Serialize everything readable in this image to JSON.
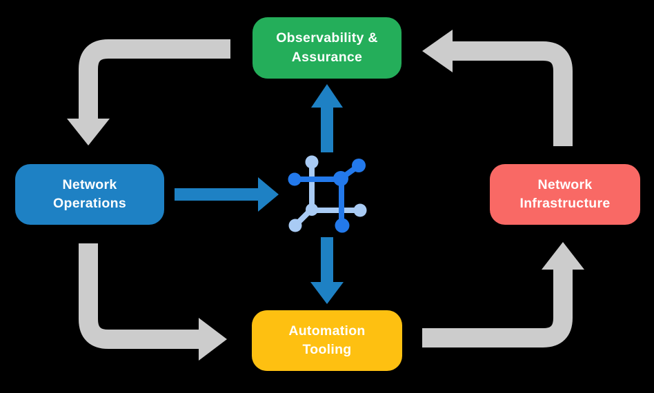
{
  "colors": {
    "background": "#000000",
    "green": "#24AE5A",
    "blue": "#1E81C4",
    "red": "#F96965",
    "yellow": "#FEC011",
    "arrow_gray": "#CCCCCC",
    "icon_blue": "#2379EB",
    "icon_light_blue": "#A9CBF4",
    "label_text": "#FFFFFF"
  },
  "nodes": [
    {
      "id": "observability-assurance",
      "label": "Observability &\nAssurance",
      "color": "#24AE5A"
    },
    {
      "id": "network-operations",
      "label": "Network\nOperations",
      "color": "#1E81C4"
    },
    {
      "id": "network-infrastructure",
      "label": "Network\nInfrastructure",
      "color": "#F96965"
    },
    {
      "id": "automation-tooling",
      "label": "Automation\nTooling",
      "color": "#FEC011"
    }
  ],
  "center_icon": "network-mesh-icon",
  "connections": [
    {
      "from": "Observability & Assurance",
      "to": "Network Operations",
      "style": "gray-cycle"
    },
    {
      "from": "Network Operations",
      "to": "Automation Tooling",
      "style": "gray-cycle"
    },
    {
      "from": "Automation Tooling",
      "to": "Network Infrastructure",
      "style": "gray-cycle"
    },
    {
      "from": "Network Infrastructure",
      "to": "Observability & Assurance",
      "style": "gray-cycle"
    },
    {
      "from": "Network Operations",
      "to": "center-icon",
      "style": "blue"
    },
    {
      "from": "center-icon",
      "to": "Observability & Assurance",
      "style": "blue"
    },
    {
      "from": "center-icon",
      "to": "Automation Tooling",
      "style": "blue"
    }
  ]
}
